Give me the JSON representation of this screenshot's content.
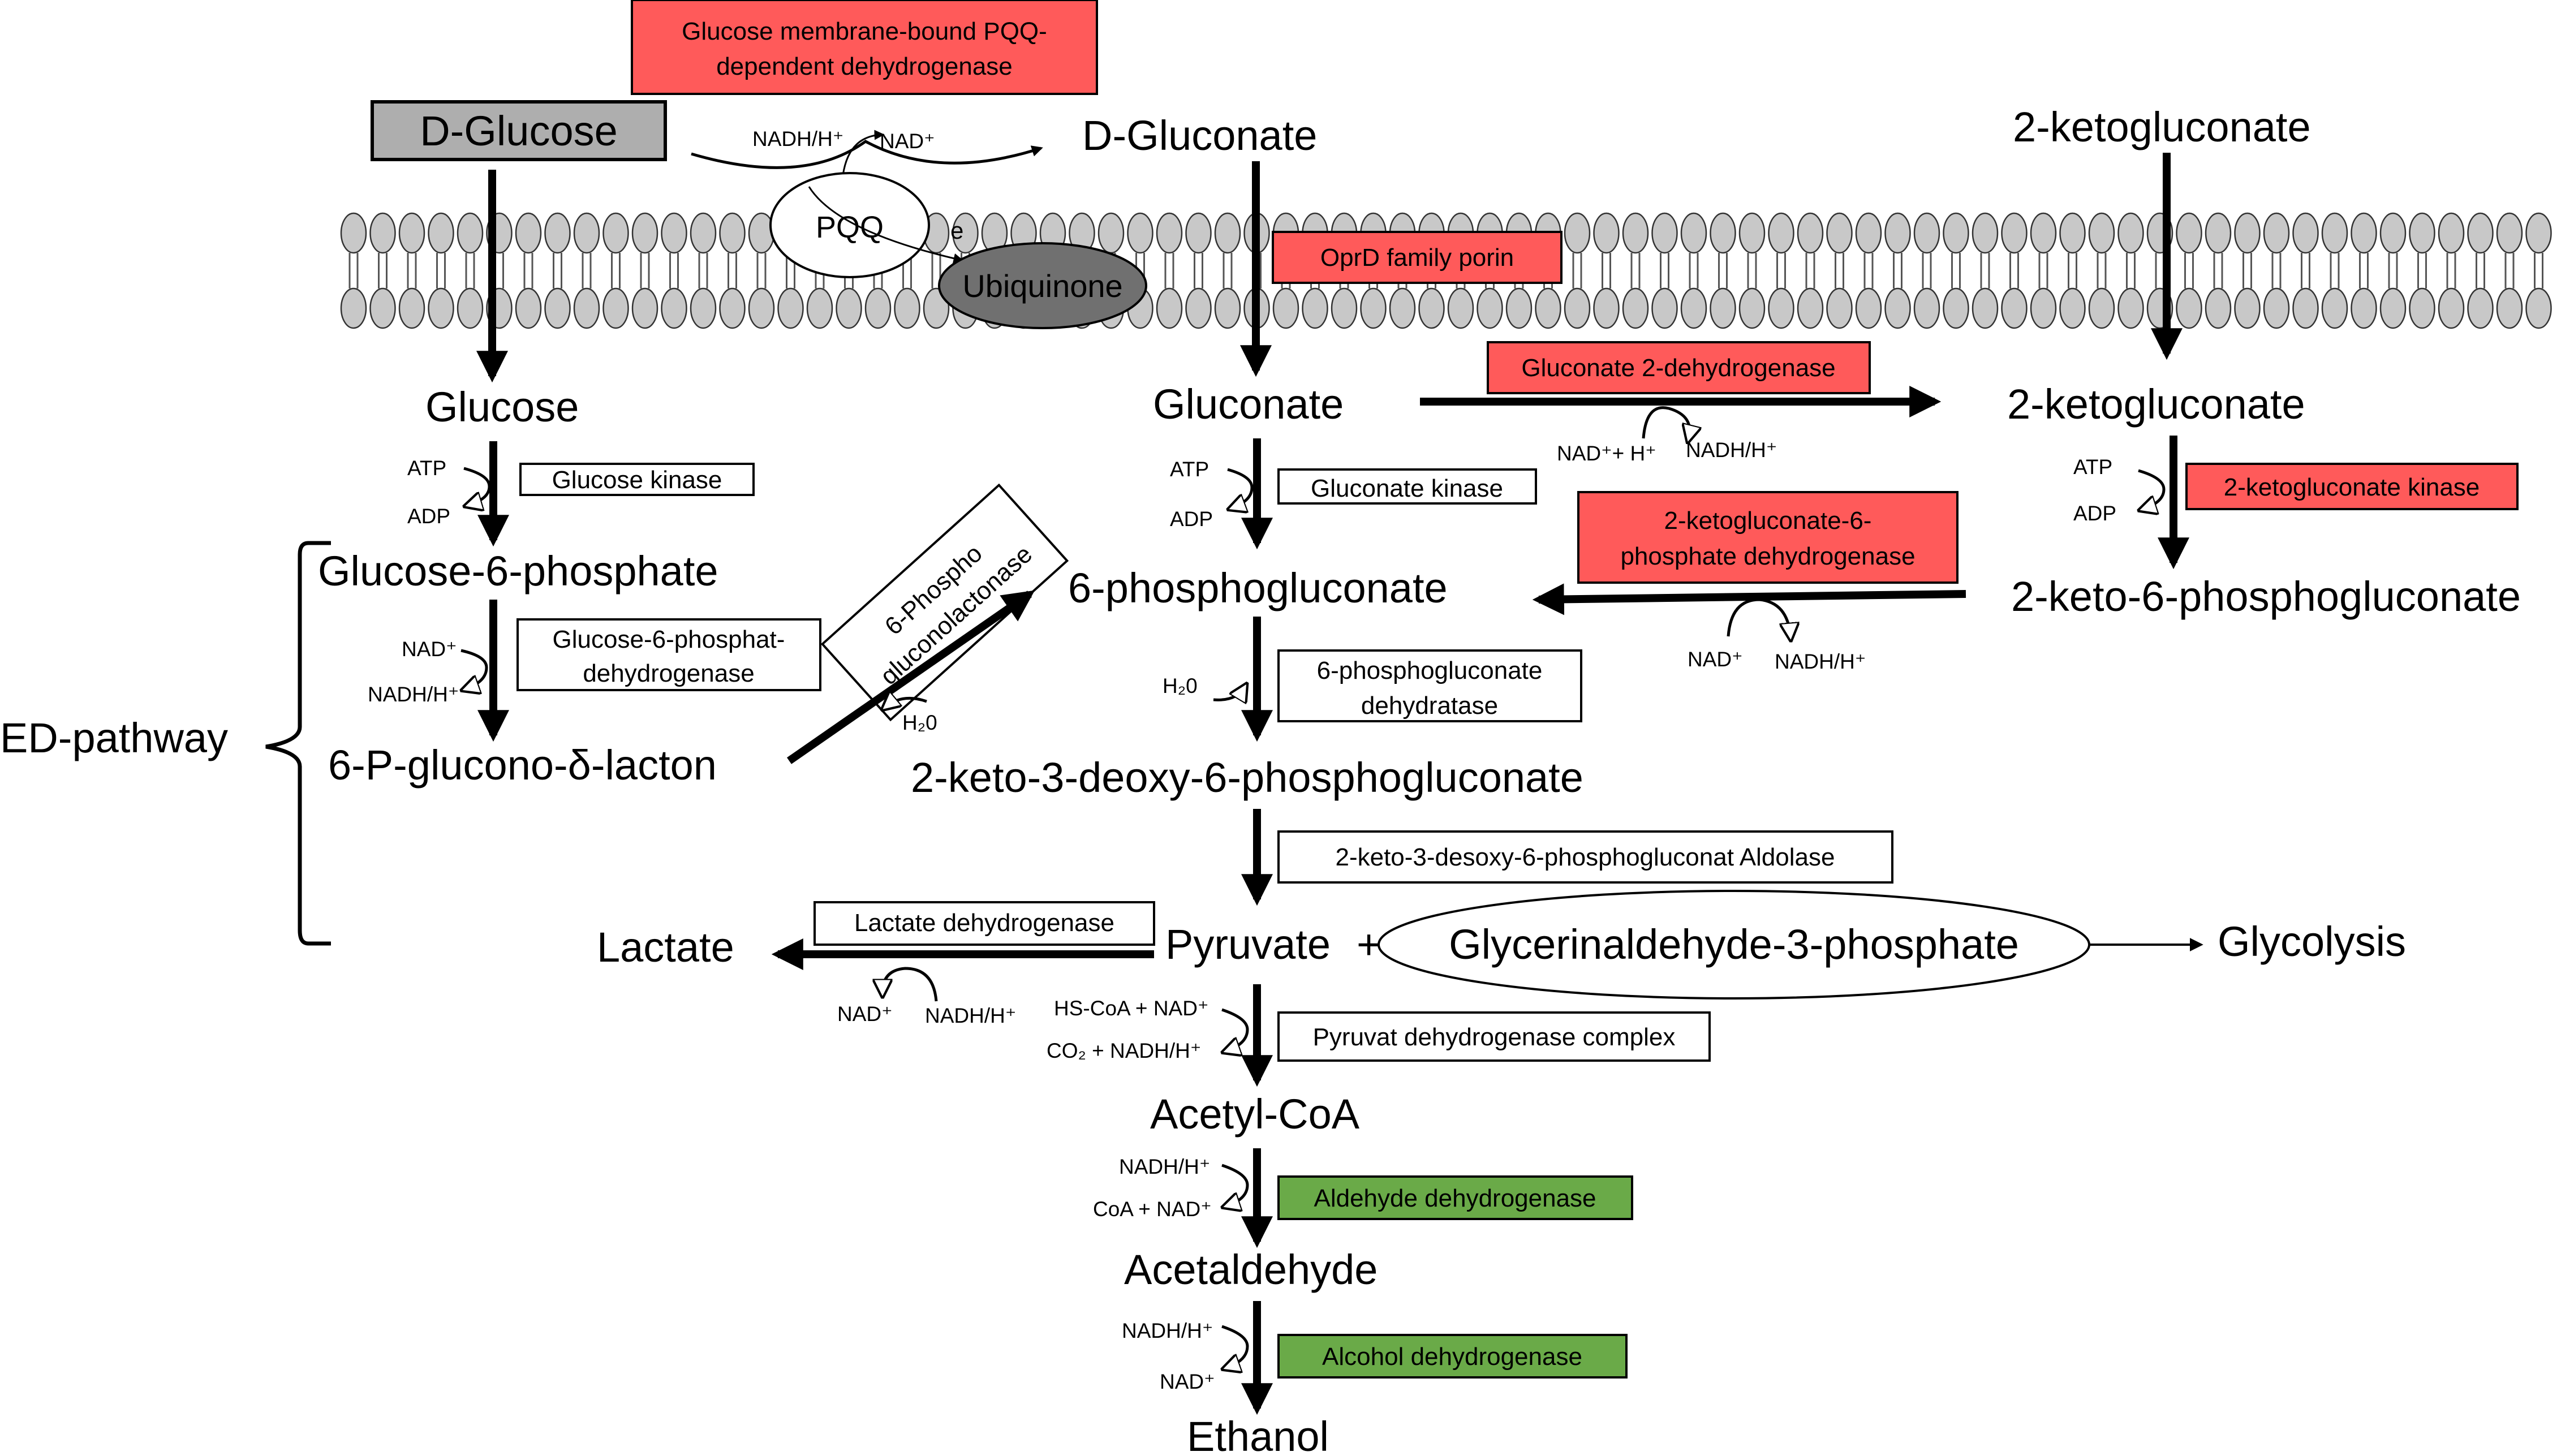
{
  "colors": {
    "enzyme_red": "#ff5a5a",
    "enzyme_green": "#6aaa48",
    "enzyme_white": "#ffffff",
    "substrate_gray": "#aeaeae",
    "ubiquinone_gray": "#707070",
    "membrane_gray": "#c8c8c8",
    "arrow": "#000000"
  },
  "compounds": {
    "d_glucose": "D-Glucose",
    "d_gluconate": "D-Gluconate",
    "ketogluconate_out": "2-ketogluconate",
    "glucose": "Glucose",
    "gluconate": "Gluconate",
    "ketogluconate_in": "2-ketogluconate",
    "g6p": "Glucose-6-phosphate",
    "phosphogluconate": "6-phosphogluconate",
    "keto6pg": "2-keto-6-phosphogluconate",
    "lacton": "6-P-glucono-δ-lacton",
    "kdpg": "2-keto-3-deoxy-6-phosphogluconate",
    "lactate": "Lactate",
    "pyruvate": "Pyruvate",
    "plus": "+",
    "gap": "Glycerinaldehyde-3-phosphate",
    "glycolysis": "Glycolysis",
    "acetyl_coa": "Acetyl-CoA",
    "acetaldehyde": "Acetaldehyde",
    "ethanol": "Ethanol"
  },
  "enzymes": {
    "pqq_dh_line1": "Glucose membrane-bound PQQ-",
    "pqq_dh_line2": "dependent dehydrogenase",
    "oprd": "OprD family porin",
    "gluconate_2dh": "Gluconate 2-dehydrogenase",
    "glucose_kinase": "Glucose kinase",
    "gluconate_kinase": "Gluconate kinase",
    "keto_kinase": "2-ketogluconate kinase",
    "keto_6p_dh_line1": "2-ketogluconate-6-",
    "keto_6p_dh_line2": "phosphate dehydrogenase",
    "g6p_dh_line1": "Glucose-6-phosphat-",
    "g6p_dh_line2": "dehydrogenase",
    "lactonase_line1": "6-Phospho",
    "lactonase_line2": "gluconolactonase",
    "pg_dehydratase_line1": "6-phosphogluconate",
    "pg_dehydratase_line2": "dehydratase",
    "aldolase": "2-keto-3-desoxy-6-phosphogluconat Aldolase",
    "lactate_dh": "Lactate dehydrogenase",
    "pdh_complex": "Pyruvat dehydrogenase complex",
    "aldehyde_dh": "Aldehyde dehydrogenase",
    "alcohol_dh": "Alcohol dehydrogenase"
  },
  "membrane": {
    "pqq": "PQQ",
    "ubiquinone": "Ubiquinone",
    "electron": "e",
    "nadh_h": "NADH/H⁺",
    "nad": "NAD⁺"
  },
  "cofactors": {
    "atp_1": "ATP",
    "adp_1": "ADP",
    "atp_2": "ATP",
    "adp_2": "ADP",
    "atp_3": "ATP",
    "adp_3": "ADP",
    "g6pdh_nad": "NAD⁺",
    "g6pdh_nadh": "NADH/H⁺",
    "lactonase_water": "H₂0",
    "gluconate_dh_nad": "NAD⁺+ H⁺",
    "gluconate_dh_nadh": "NADH/H⁺",
    "keto6pdh_nad": "NAD⁺",
    "keto6pdh_nadh": "NADH/H⁺",
    "dehydratase_water": "H₂0",
    "ldh_nad": "NAD⁺",
    "ldh_nadh": "NADH/H⁺",
    "pdh_in": "HS-CoA + NAD⁺",
    "pdh_out": "CO₂ + NADH/H⁺",
    "aldh_in": "NADH/H⁺",
    "aldh_out": "CoA + NAD⁺",
    "adh_in": "NADH/H⁺",
    "adh_out": "NAD⁺"
  },
  "pathway_label": "ED-pathway"
}
